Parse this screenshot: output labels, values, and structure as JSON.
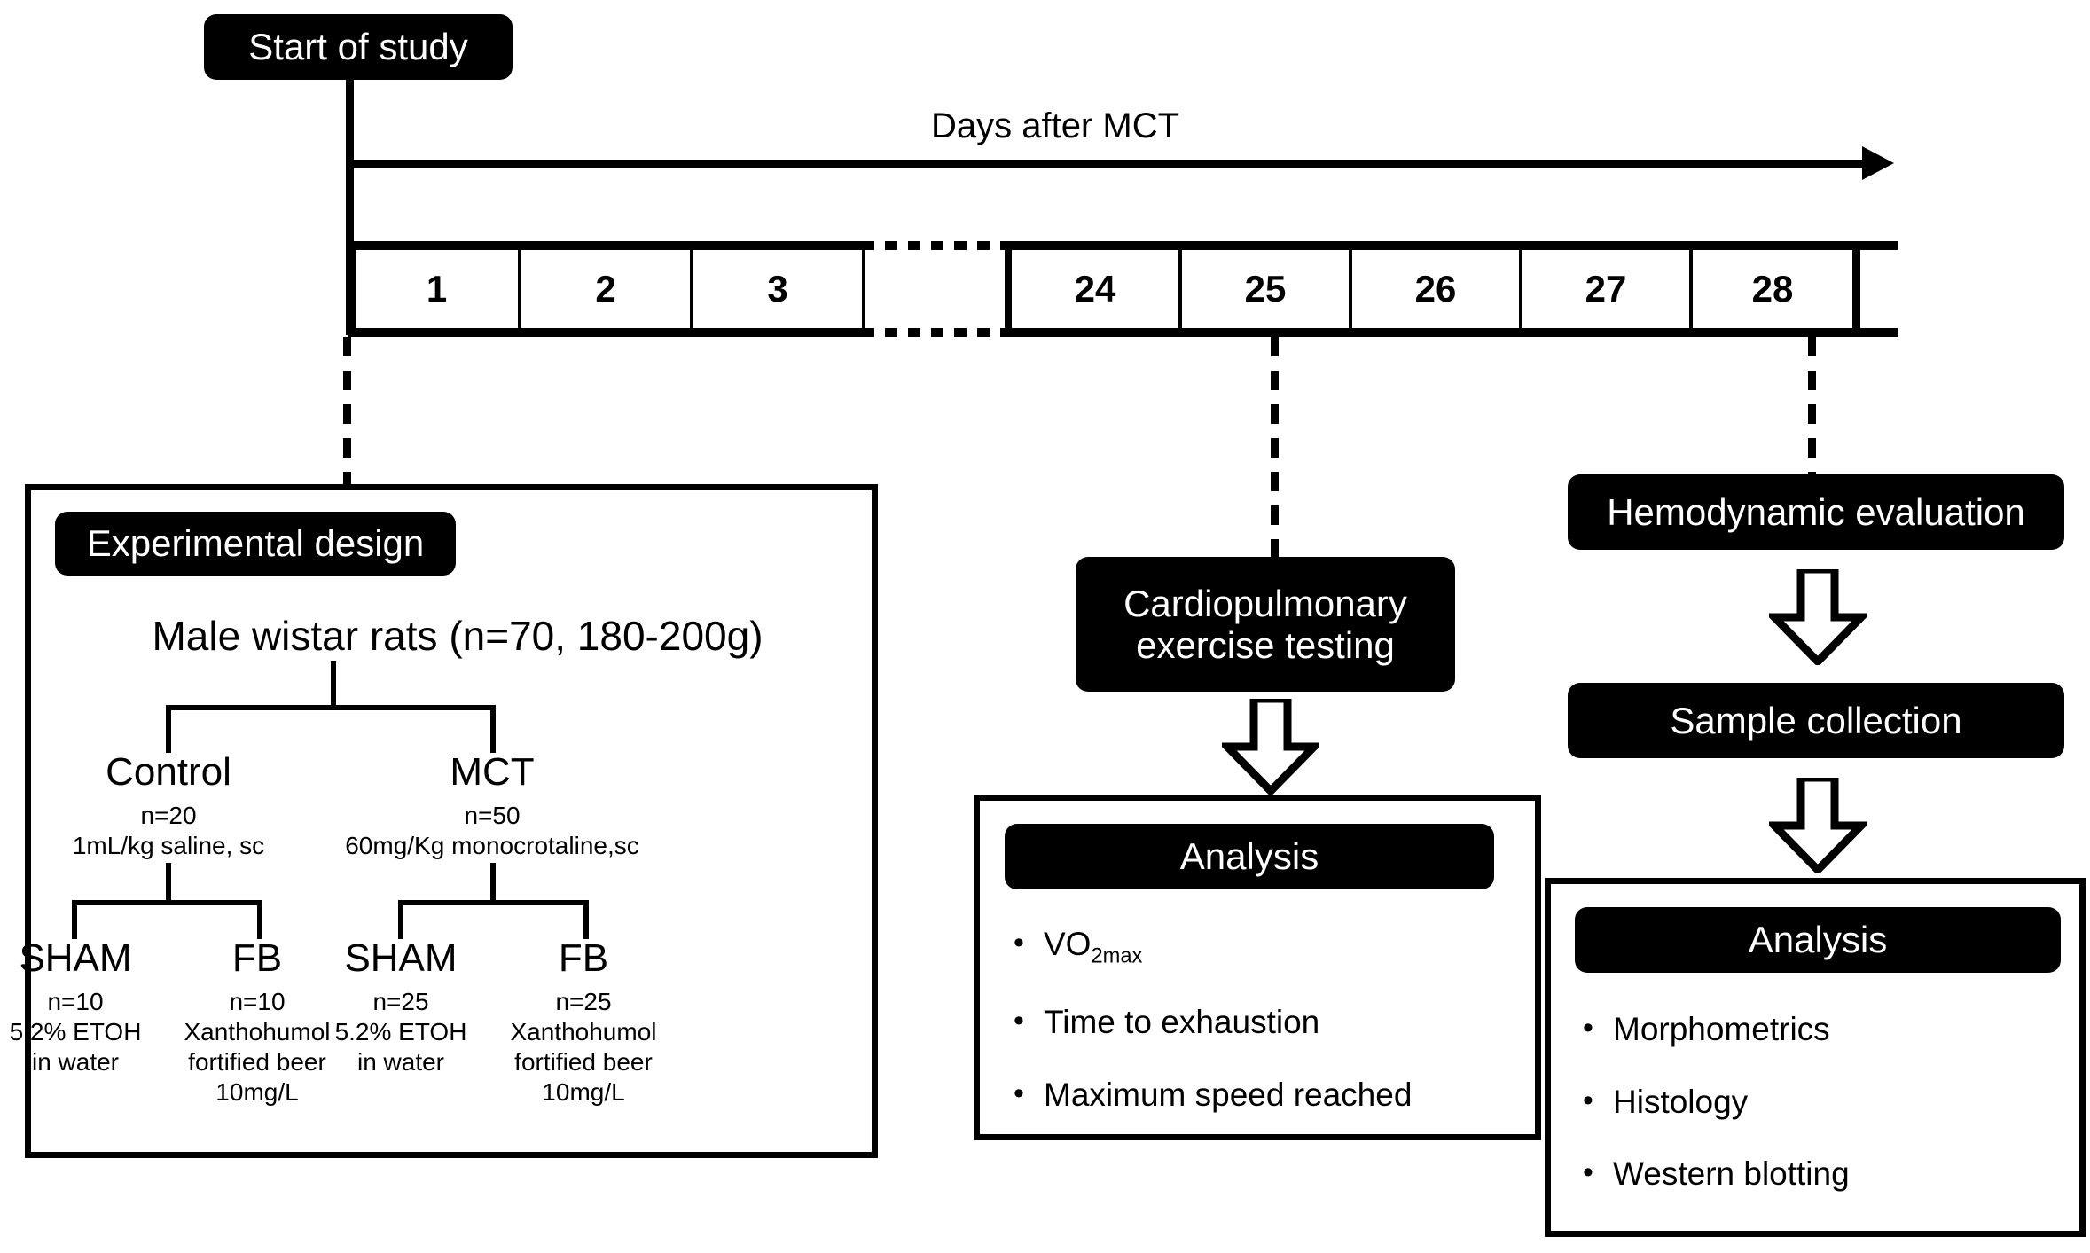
{
  "figure": {
    "type": "experimental-design-flowchart",
    "start_label": "Start of study",
    "timeline": {
      "axis_label": "Days after MCT",
      "days": [
        "1",
        "2",
        "3",
        "",
        "24",
        "25",
        "26",
        "27",
        "28"
      ],
      "gap_index": 3,
      "gap_is_dashed": true
    },
    "colors": {
      "ink": "#000000",
      "paper": "#ffffff",
      "pill_bg": "#000000",
      "pill_text": "#ffffff"
    }
  },
  "experimental_design": {
    "panel_label": "Experimental design",
    "root": "Male wistar rats (n=70, 180-200g)",
    "groups": [
      {
        "name": "Control",
        "n": "n=20",
        "treatment": "1mL/kg saline, sc",
        "subgroups": [
          {
            "name": "SHAM",
            "n": "n=10",
            "detail_lines": [
              "5.2% ETOH",
              "in water"
            ]
          },
          {
            "name": "FB",
            "n": "n=10",
            "detail_lines": [
              "Xanthohumol",
              "fortified beer",
              "10mg/L"
            ]
          }
        ]
      },
      {
        "name": "MCT",
        "n": "n=50",
        "treatment": "60mg/Kg monocrotaline,sc",
        "subgroups": [
          {
            "name": "SHAM",
            "n": "n=25",
            "detail_lines": [
              "5.2% ETOH",
              "in water"
            ]
          },
          {
            "name": "FB",
            "n": "n=25",
            "detail_lines": [
              "Xanthohumol",
              "fortified beer",
              "10mg/L"
            ]
          }
        ]
      }
    ]
  },
  "cpet_branch": {
    "day": "25",
    "step_label_line1": "Cardiopulmonary",
    "step_label_line2": "exercise testing",
    "analysis": {
      "panel_label": "Analysis",
      "items": [
        {
          "prefix": "VO",
          "sub": "2max",
          "suffix": ""
        },
        {
          "prefix": "Time to exhaustion",
          "sub": "",
          "suffix": ""
        },
        {
          "prefix": "Maximum speed reached",
          "sub": "",
          "suffix": ""
        }
      ]
    }
  },
  "terminal_branch": {
    "day": "28",
    "steps": [
      "Hemodynamic evaluation",
      "Sample collection"
    ],
    "analysis": {
      "panel_label": "Analysis",
      "items": [
        "Morphometrics",
        "Histology",
        "Western blotting"
      ]
    }
  },
  "icons": {
    "bullet": "•",
    "down_block_arrow": "down-block-arrow",
    "right_arrowhead": "right-arrowhead"
  }
}
